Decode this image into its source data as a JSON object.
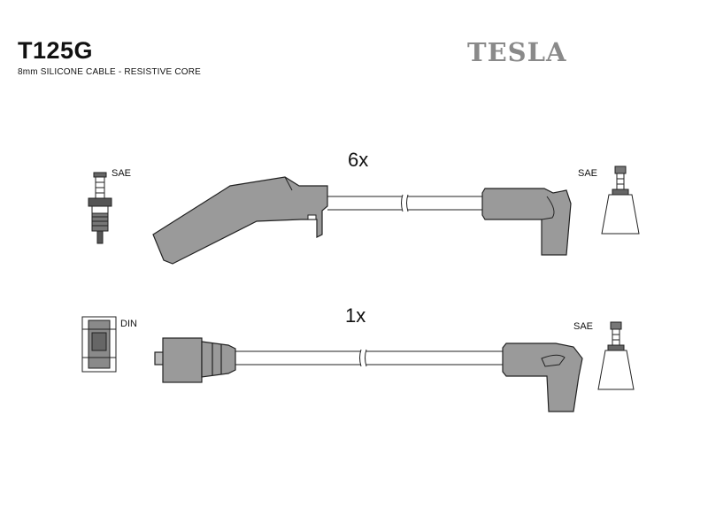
{
  "header": {
    "part_code": "T125G",
    "subtitle": "8mm SILICONE CABLE - RESISTIVE CORE",
    "brand": "TESLA"
  },
  "wires": [
    {
      "quantity": "6x",
      "left_connector_label": "SAE",
      "right_connector_label": "SAE"
    },
    {
      "quantity": "1x",
      "left_connector_label": "DIN",
      "right_connector_label": "SAE"
    }
  ],
  "colors": {
    "boot_fill": "#9a9a9a",
    "boot_stroke": "#222222",
    "brand_gray": "#8a8a8a"
  }
}
